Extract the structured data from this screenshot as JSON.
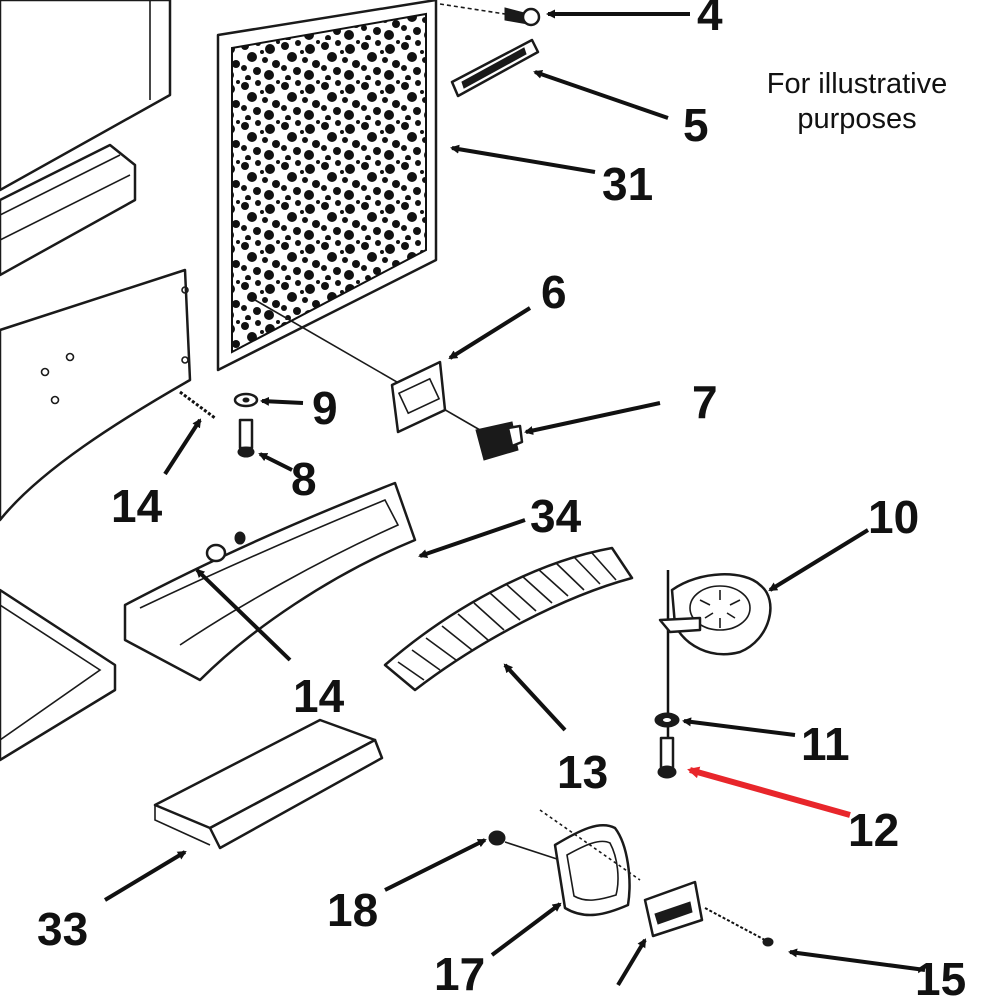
{
  "note": {
    "line1": "For illustrative",
    "line2": "purposes"
  },
  "highlight_color": "#e8262b",
  "callouts": {
    "c4": "4",
    "c5": "5",
    "c31": "31",
    "c6": "6",
    "c7": "7",
    "c9": "9",
    "c8": "8",
    "c14a": "14",
    "c34": "34",
    "c10": "10",
    "c14b": "14",
    "c11": "11",
    "c13": "13",
    "c12": "12",
    "c33": "33",
    "c18": "18",
    "c17": "17",
    "c15": "15"
  }
}
